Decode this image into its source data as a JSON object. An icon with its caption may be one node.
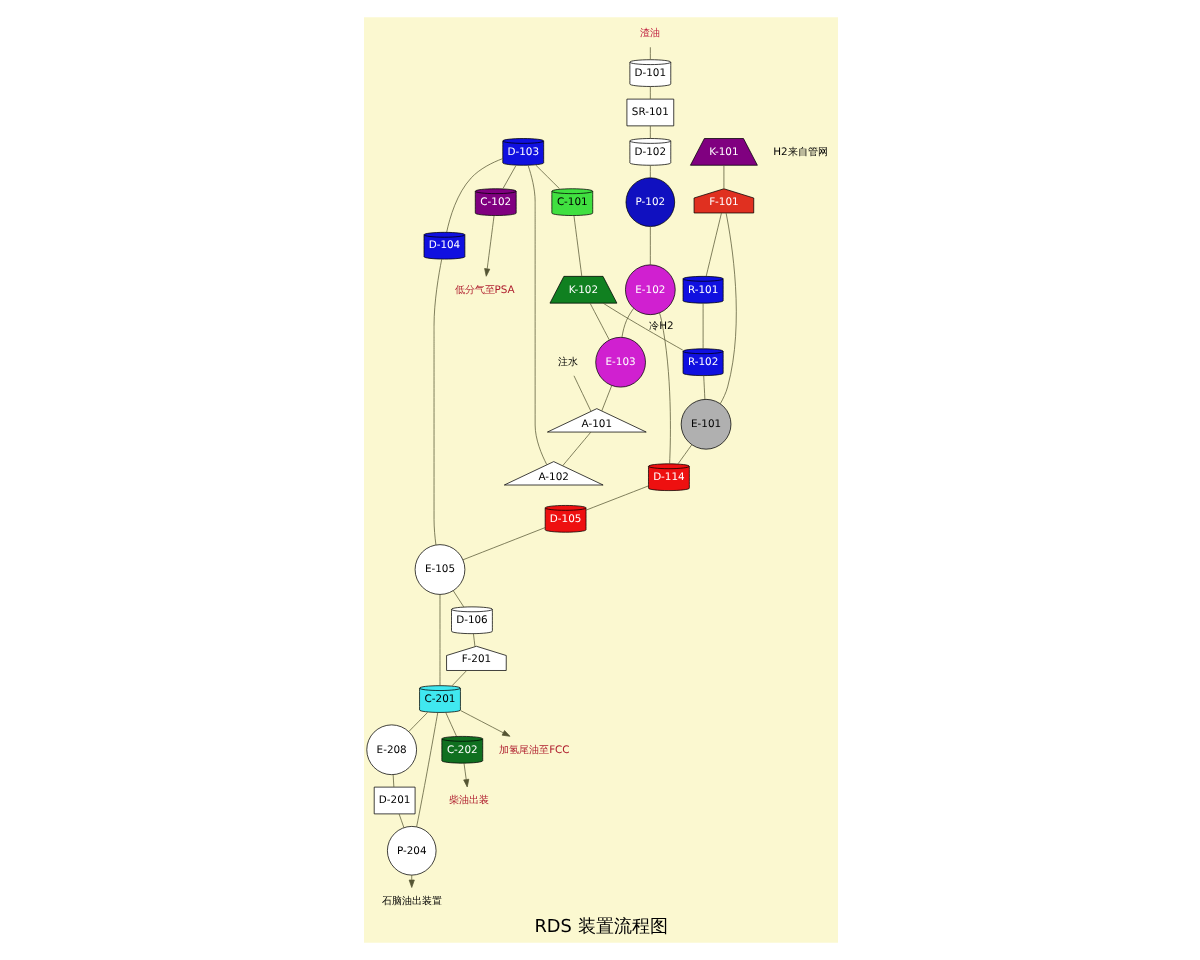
{
  "diagram": {
    "title": "RDS 装置流程图",
    "nodes": [
      {
        "text": [
          "F-101"
        ]
      },
      {
        "text": [
          "R-101"
        ]
      },
      {
        "text": [
          "R-102"
        ]
      },
      {
        "text": [
          "E-101"
        ]
      },
      {
        "text": [
          "D-114"
        ]
      },
      {
        "text": [
          "K-102"
        ]
      },
      {
        "text": [
          "K-101"
        ],
        "beside": [
          "H2来自管网"
        ]
      },
      {
        "text": [
          "C-101"
        ]
      },
      {
        "text": [
          "E-102"
        ]
      },
      {
        "text": [
          "E-103"
        ]
      },
      {
        "text": [
          "A-101"
        ]
      },
      {
        "text": [
          "A-102"
        ]
      },
      {
        "text": [
          "D-103"
        ]
      },
      {
        "text": [
          "D-104"
        ]
      },
      {
        "text": [
          "C-102"
        ]
      },
      {
        "text": [
          "低分气至PSA"
        ]
      },
      {
        "text": [
          "渣油"
        ]
      },
      {
        "text": [
          "D-101"
        ]
      },
      {
        "text": [
          "SR-101"
        ]
      },
      {
        "text": [
          "D-102"
        ]
      },
      {
        "text": [
          "P-102"
        ]
      },
      {
        "text": [
          "D-105"
        ]
      },
      {
        "text": [
          "E-105"
        ]
      },
      {
        "text": [
          "D-106"
        ]
      },
      {
        "text": [
          "F-201"
        ]
      },
      {
        "text": [
          "C-201"
        ]
      },
      {
        "text": [
          "E-208"
        ]
      },
      {
        "text": [
          "D-201"
        ]
      },
      {
        "text": [
          "P-204"
        ]
      },
      {
        "text": [
          "石脑油出装置"
        ]
      },
      {
        "text": [
          "C-202"
        ]
      },
      {
        "text": [
          "柴油出装"
        ]
      },
      {
        "text": [
          "加氢尾油至FCC"
        ]
      },
      {
        "text": [
          "注水"
        ]
      }
    ],
    "edges": [
      {
        "from": 16,
        "to": 17,
        "arrow": "none"
      },
      {
        "from": 17,
        "to": 18,
        "arrow": "none"
      },
      {
        "from": 18,
        "to": 19,
        "arrow": "none"
      },
      {
        "from": 19,
        "to": 20,
        "arrow": "none"
      },
      {
        "from": 20,
        "to": 8,
        "arrow": "none"
      },
      {
        "from": 6,
        "to": 0,
        "arrow": "none"
      },
      {
        "from": 0,
        "to": 1,
        "arrow": "none"
      },
      {
        "from": 1,
        "to": 2,
        "arrow": "none"
      },
      {
        "from": 2,
        "to": 3,
        "arrow": "none"
      },
      {
        "from": 3,
        "to": 0,
        "arrow": "none"
      },
      {
        "from": 3,
        "to": 4,
        "arrow": "none"
      },
      {
        "from": 8,
        "to": 4,
        "arrow": "none"
      },
      {
        "from": 7,
        "to": 5,
        "arrow": "none"
      },
      {
        "from": 5,
        "to": 2,
        "label": "冷H2",
        "arrow": "none"
      },
      {
        "from": 5,
        "to": 9,
        "arrow": "none"
      },
      {
        "from": 8,
        "to": 9,
        "arrow": "none"
      },
      {
        "from": 9,
        "to": 10,
        "arrow": "none"
      },
      {
        "from": 33,
        "to": 10,
        "arrow": "none"
      },
      {
        "from": 10,
        "to": 11,
        "arrow": "none"
      },
      {
        "from": 11,
        "to": 12,
        "arrow": "none"
      },
      {
        "from": 12,
        "to": 7,
        "arrow": "none"
      },
      {
        "from": 12,
        "to": 13,
        "arrow": "none"
      },
      {
        "from": 12,
        "to": 14,
        "arrow": "none"
      },
      {
        "from": 14,
        "to": 15,
        "arrow": "to"
      },
      {
        "from": 4,
        "to": 21,
        "arrow": "none"
      },
      {
        "from": 21,
        "to": 22,
        "arrow": "none"
      },
      {
        "from": 13,
        "to": 22,
        "arrow": "none"
      },
      {
        "from": 22,
        "to": 23,
        "arrow": "none"
      },
      {
        "from": 23,
        "to": 24,
        "arrow": "none"
      },
      {
        "from": 22,
        "to": 25,
        "arrow": "none"
      },
      {
        "from": 24,
        "to": 25,
        "arrow": "none"
      },
      {
        "from": 25,
        "to": 26,
        "arrow": "none"
      },
      {
        "from": 26,
        "to": 27,
        "arrow": "none"
      },
      {
        "from": 27,
        "to": 28,
        "arrow": "none"
      },
      {
        "from": 28,
        "to": 29,
        "arrow": "to"
      },
      {
        "from": 28,
        "to": 25,
        "arrow": "none"
      },
      {
        "from": 25,
        "to": 30,
        "arrow": "none"
      },
      {
        "from": 30,
        "to": 31,
        "arrow": "to"
      },
      {
        "from": 25,
        "to": 32,
        "arrow": "to"
      }
    ]
  }
}
